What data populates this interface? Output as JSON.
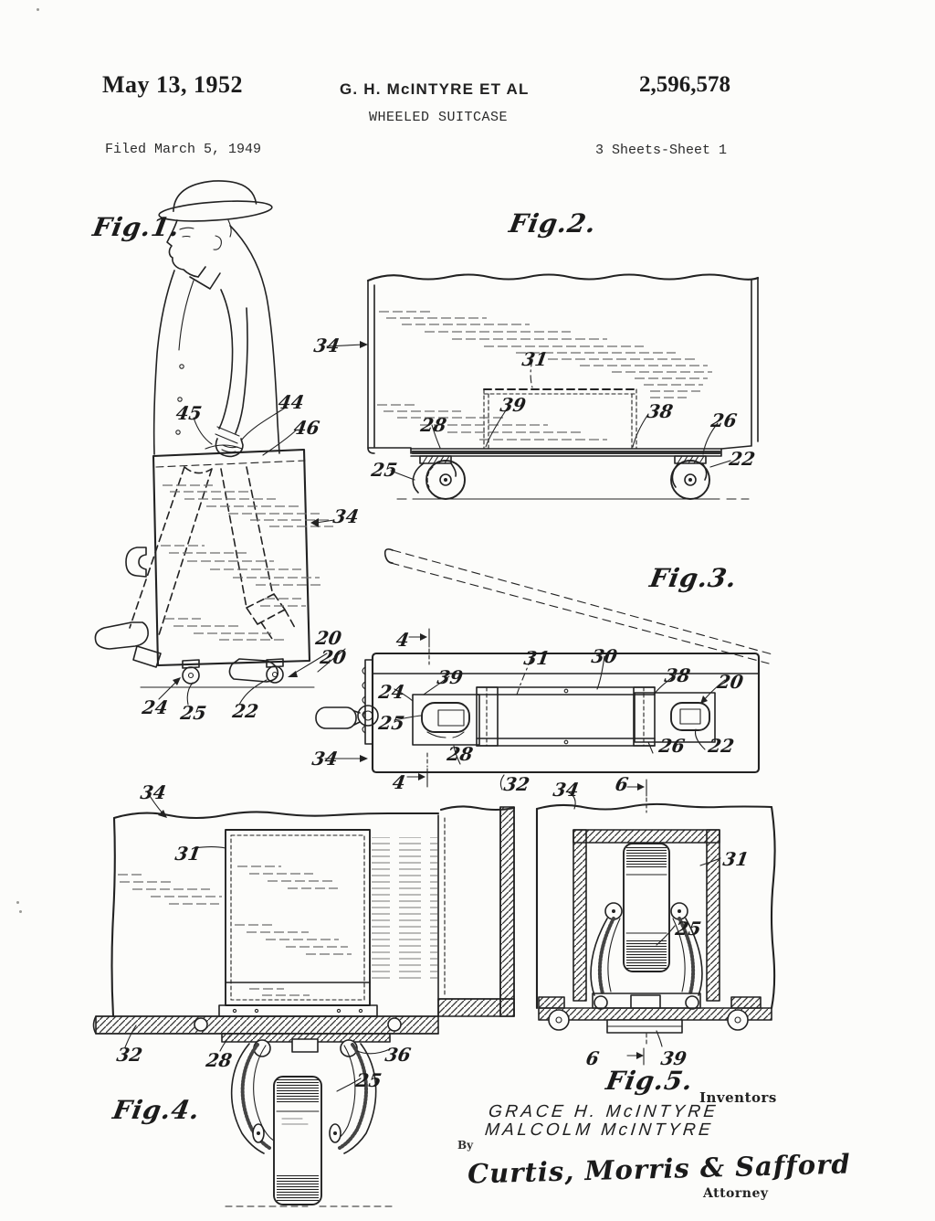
{
  "header": {
    "date": "May 13, 1952",
    "author": "G. H. McINTYRE ET AL",
    "patent_number": "2,596,578",
    "title": "WHEELED SUITCASE",
    "filed": "Filed March 5, 1949",
    "sheet_info": "3 Sheets-Sheet 1"
  },
  "figures": {
    "fig1": {
      "caption": "Fig.1."
    },
    "fig2": {
      "caption": "Fig.2."
    },
    "fig3": {
      "caption": "Fig.3."
    },
    "fig4": {
      "caption": "Fig.4."
    },
    "fig5": {
      "caption": "Fig.5."
    }
  },
  "parts": {
    "p4": "4",
    "p6": "6",
    "p20": "20",
    "p22": "22",
    "p24": "24",
    "p25": "25",
    "p26": "26",
    "p28": "28",
    "p30": "30",
    "p31": "31",
    "p32": "32",
    "p34": "34",
    "p36": "36",
    "p38": "38",
    "p39": "39",
    "p44": "44",
    "p45": "45",
    "p46": "46"
  },
  "signature_block": {
    "inventors_label": "Inventors",
    "inventor_1": "GRACE H. McINTYRE",
    "inventor_2": "MALCOLM McINTYRE",
    "by_label": "By",
    "attorney_signature": "Curtis, Morris & Safford",
    "attorney_label": "Attorney"
  }
}
